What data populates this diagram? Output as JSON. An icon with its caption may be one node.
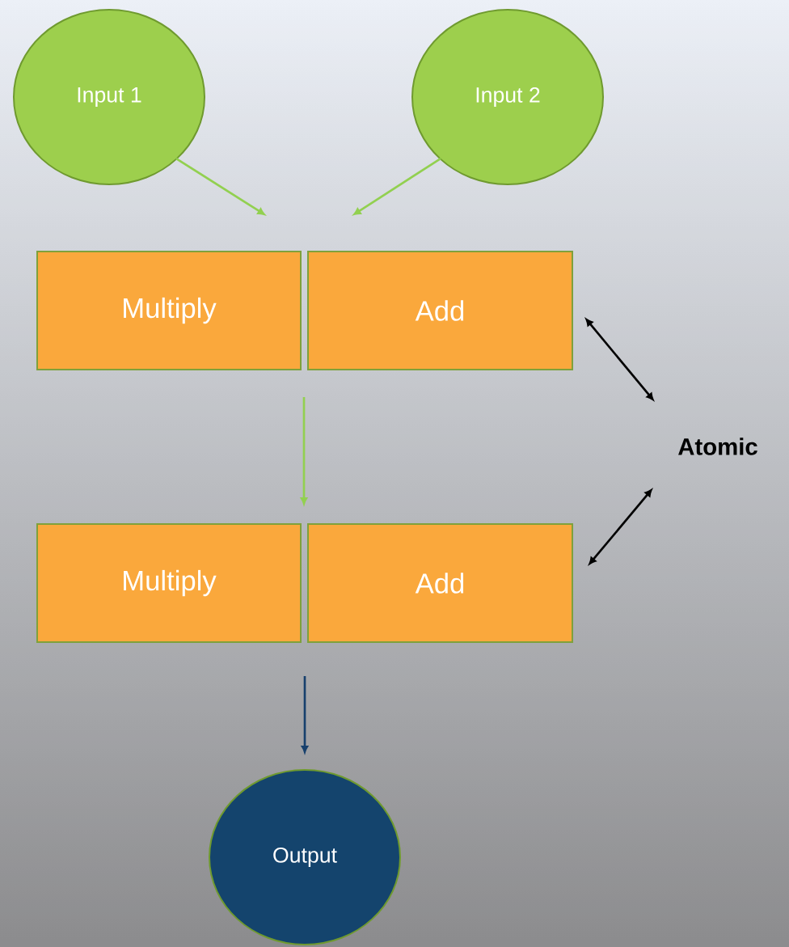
{
  "diagram": {
    "nodes": [
      {
        "text": [
          "Input 1"
        ]
      },
      {
        "text": [
          "Input 2"
        ]
      },
      {
        "text": [
          "Multiply"
        ]
      },
      {
        "text": [
          "Add"
        ]
      },
      {
        "text": [
          "Multiply"
        ]
      },
      {
        "text": [
          "Add"
        ]
      },
      {
        "text": [
          "Atomic"
        ]
      },
      {
        "text": [
          "Output"
        ]
      }
    ],
    "edges": [
      {
        "from": 0,
        "to": 2,
        "arrow": "to"
      },
      {
        "from": 1,
        "to": 3,
        "arrow": "to"
      },
      {
        "from": 2,
        "to": 4,
        "arrow": "to"
      },
      {
        "from": 4,
        "to": 7,
        "arrow": "to",
        "color": "#17406d"
      },
      {
        "from": 6,
        "to": 3,
        "arrow": "both",
        "color": "#000000"
      },
      {
        "from": 6,
        "to": 5,
        "arrow": "both",
        "color": "#000000"
      }
    ]
  }
}
